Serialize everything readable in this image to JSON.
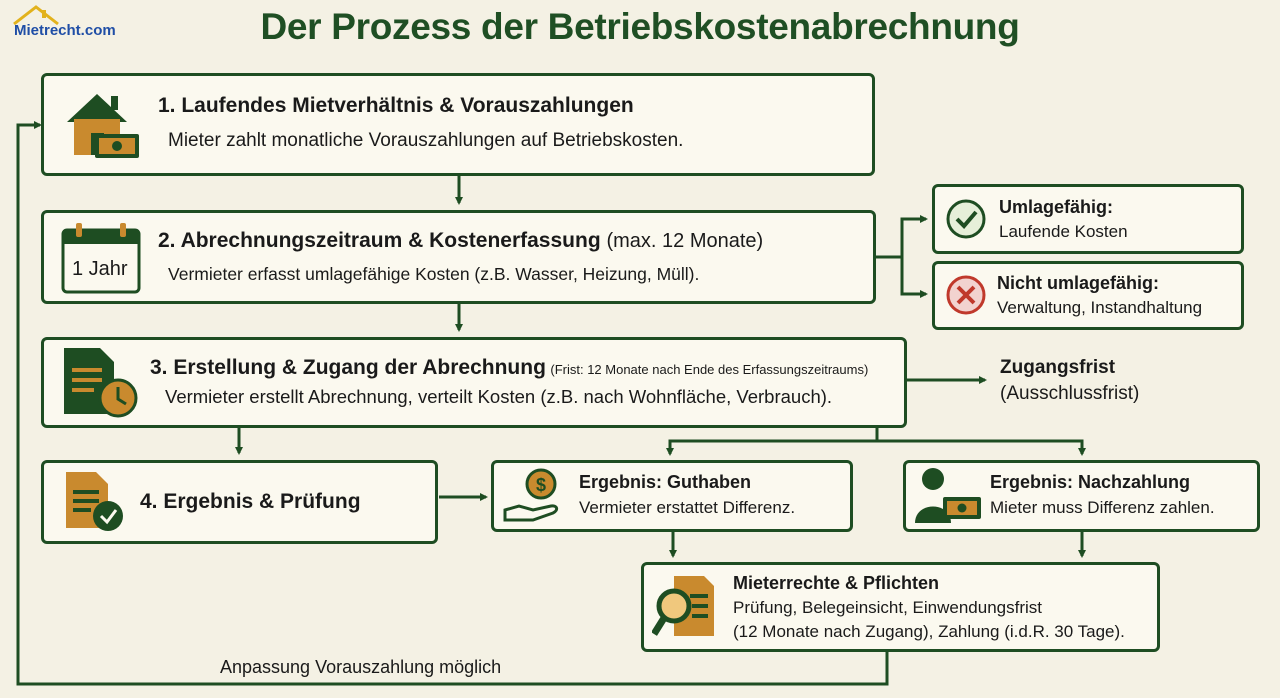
{
  "logo": {
    "text": "Mietrecht.com"
  },
  "title": "Der Prozess der Betriebskostenabrechnung",
  "step1": {
    "title": "1.  Laufendes Mietverhältnis & Vorauszahlungen",
    "desc": "Mieter zahlt monatliche Vorauszahlungen auf Betriebskosten."
  },
  "step2": {
    "title": "2. Abrechnungszeitraum & Kostenerfassung",
    "title_suffix": "(max. 12 Monate)",
    "desc": "Vermieter erfasst umlagefähige Kosten (z.B. Wasser, Heizung, Müll).",
    "calendar_label": "1 Jahr"
  },
  "umlagefaehig": {
    "title": "Umlagefähig:",
    "desc": "Laufende Kosten"
  },
  "nicht_umlagefaehig": {
    "title": "Nicht umlagefähig:",
    "desc": "Verwaltung, Instandhaltung"
  },
  "step3": {
    "title": "3. Erstellung & Zugang der Abrechnung",
    "note": "(Frist: 12 Monate nach Ende des Erfassungszeitraums)",
    "desc": "Vermieter erstellt Abrechnung, verteilt Kosten (z.B. nach Wohnfläche, Verbrauch)."
  },
  "zugangsfrist": {
    "line1": "Zugangsfrist",
    "line2": "(Ausschlussfrist)"
  },
  "step4": {
    "title": "4. Ergebnis & Prüfung"
  },
  "guthaben": {
    "title": "Ergebnis: Guthaben",
    "desc": "Vermieter erstattet Differenz."
  },
  "nachzahlung": {
    "title": "Ergebnis: Nachzahlung",
    "desc": "Mieter muss Differenz zahlen."
  },
  "rechte": {
    "title": "Mieterrechte & Pflichten",
    "line1": "Prüfung, Belegeinsicht, Einwendungsfrist",
    "line2": "(12 Monate nach Zugang), Zahlung (i.d.R. 30 Tage)."
  },
  "loop_label": "Anpassung Vorauszahlung möglich",
  "colors": {
    "primary": "#1e4d22",
    "accent": "#c98a2e",
    "background": "#f4f1e4",
    "error": "#c0392b"
  }
}
